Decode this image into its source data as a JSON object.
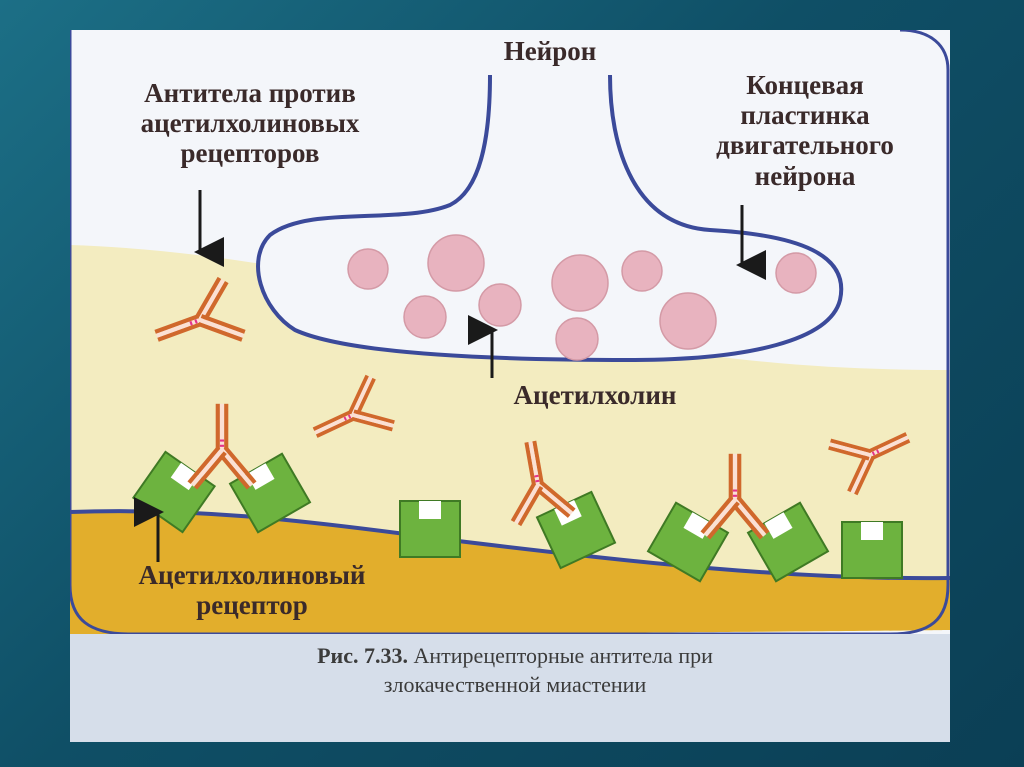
{
  "labels": {
    "neuron": "Нейрон",
    "antibodies": [
      "Антитела против",
      "ацетилхолиновых",
      "рецепторов"
    ],
    "end_plate": [
      "Концевая",
      "пластинка",
      "двигательного",
      "нейрона"
    ],
    "acetylcholine": "Ацетилхолин",
    "receptor": [
      "Ацетилхолиновый",
      "рецептор"
    ]
  },
  "caption": {
    "figure_number": "Рис. 7.33.",
    "text_line1": " Антирецепторные антитела при",
    "text_line2": "злокачественной миастении"
  },
  "colors": {
    "background": "#10506a",
    "panel": "#f4f6fa",
    "synaptic_cleft": "#f3ecc0",
    "muscle": "#e2ae2c",
    "membrane": "#3b4a9a",
    "vesicle": "#e8b3bf",
    "receptor": "#6db33f",
    "antibody": "#c8642a"
  }
}
